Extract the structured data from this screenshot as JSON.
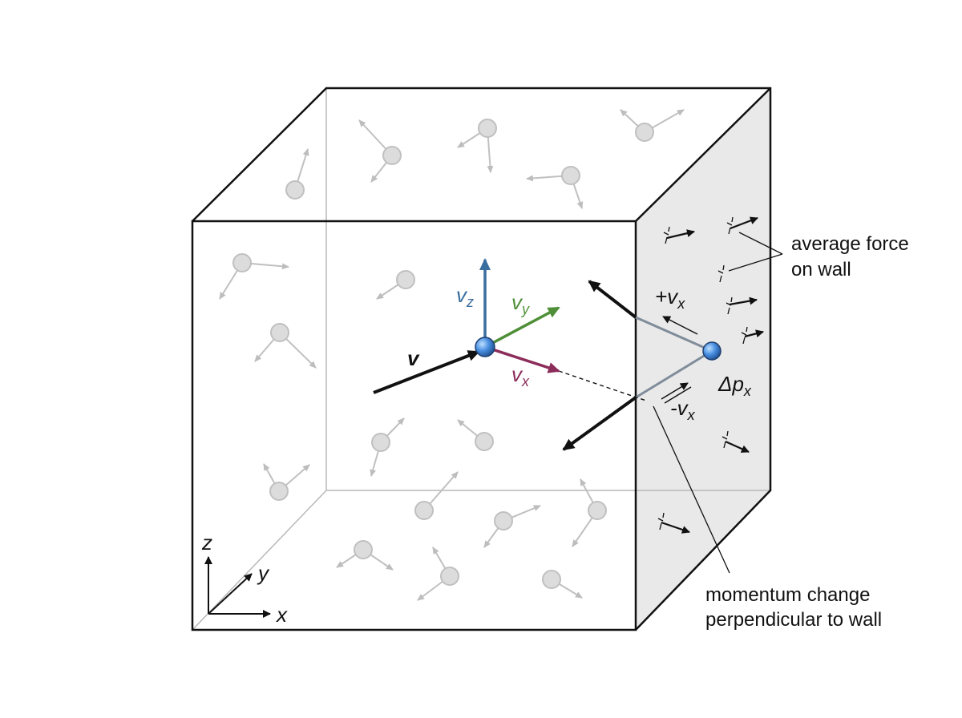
{
  "labels": {
    "v": "v",
    "v_base": "v",
    "v_z_sub": "z",
    "v_y_sub": "y",
    "v_x_sub": "x",
    "plus_vx_prefix": "+v",
    "plus_vx_sub": "x",
    "minus_vx_prefix": "-v",
    "minus_vx_sub": "x",
    "delta_px_prefix": "Δp",
    "delta_px_sub": "x",
    "axis_z": "z",
    "axis_y": "y",
    "axis_x": "x"
  },
  "annotations": {
    "force_line1": "average force",
    "force_line2": "on wall",
    "momentum_line1": "momentum change",
    "momentum_line2": "perpendicular to wall"
  },
  "colors": {
    "vz": "#3a6e9e",
    "vy": "#4f8f38",
    "vx": "#8c2c5a",
    "molecule_fill": "#d9d9d9",
    "molecule_stroke": "#b0b0b0",
    "wall_fill": "#e9e9e9",
    "particle_fill": "#4a90e2"
  }
}
